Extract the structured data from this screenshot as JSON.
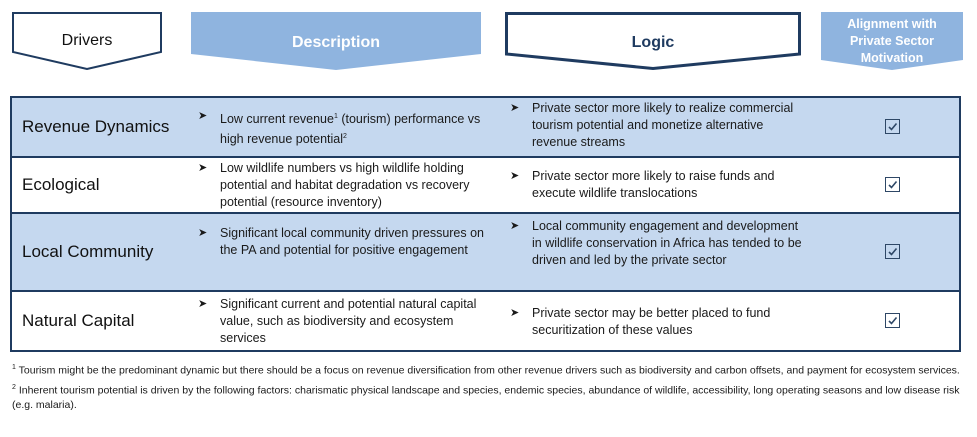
{
  "headers": {
    "drivers": "Drivers",
    "description": "Description",
    "logic": "Logic",
    "alignment": "Alignment with Private Sector Motivation"
  },
  "rows": [
    {
      "driver": "Revenue Dynamics",
      "description_pre": "Low current revenue",
      "description_sup1": "1",
      "description_mid": " (tourism) performance vs high revenue potential",
      "description_sup2": "2",
      "logic": "Private sector more likely to realize commercial tourism potential and monetize alternative revenue streams",
      "aligned": true
    },
    {
      "driver": "Ecological",
      "description": "Low wildlife numbers vs high wildlife holding potential and habitat degradation vs recovery potential (resource inventory)",
      "logic": "Private sector more likely to raise funds and execute wildlife translocations",
      "aligned": true
    },
    {
      "driver": "Local Community",
      "description": "Significant local community driven pressures on the PA and potential for positive engagement",
      "logic": "Local community engagement and development in wildlife conservation in Africa has tended to be driven and led by the private sector",
      "aligned": true
    },
    {
      "driver": "Natural Capital",
      "description": "Significant current and potential natural capital value, such as biodiversity and ecosystem services",
      "logic": "Private sector may be better placed to fund securitization of these values",
      "aligned": true
    }
  ],
  "footnotes": [
    {
      "mark": "1",
      "text": " Tourism might be the predominant dynamic but there should be a focus on revenue diversification from other revenue drivers such as biodiversity and carbon offsets, and payment for ecosystem services."
    },
    {
      "mark": "2",
      "text": " Inherent tourism potential is driven by the following factors: charismatic physical landscape and species, endemic species, abundance of wildlife, accessibility, long operating seasons and low disease risk (e.g. malaria)."
    }
  ],
  "icons": {
    "bullet": "arrow-bullet-icon",
    "check": "checked-box-icon"
  },
  "colors": {
    "navy": "#1f3b60",
    "header_blue": "#8fb4df",
    "row_shade": "#c5d8ef"
  }
}
